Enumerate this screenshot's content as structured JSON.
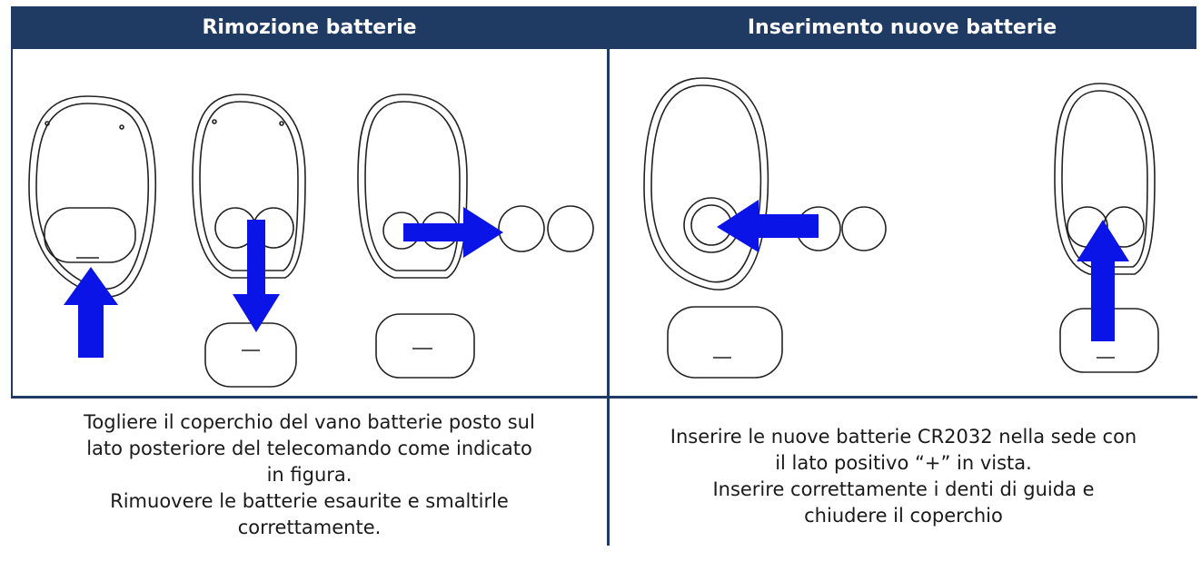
{
  "headers": {
    "removal": "Rimozione batterie",
    "insertion": "Inserimento nuove batterie"
  },
  "removal_text": [
    "Togliere il coperchio del vano batterie posto sul",
    "lato posteriore del telecomando come indicato",
    "in figura.",
    "Rimuovere  le batterie esaurite e smaltirle",
    "correttamente."
  ],
  "insertion_text": [
    "Inserire le nuove batterie CR2032 nella sede  con",
    "il lato positivo “+” in vista.",
    "Inserire correttamente i denti di guida e",
    "chiudere il coperchio"
  ],
  "colors": {
    "header_bg": "#1f3a63",
    "arrow": "#0a14e6"
  },
  "icons": {
    "remote": "remote-back-outline",
    "battery": "coin-cell-outline",
    "arrow": "blue-direction-arrow"
  }
}
